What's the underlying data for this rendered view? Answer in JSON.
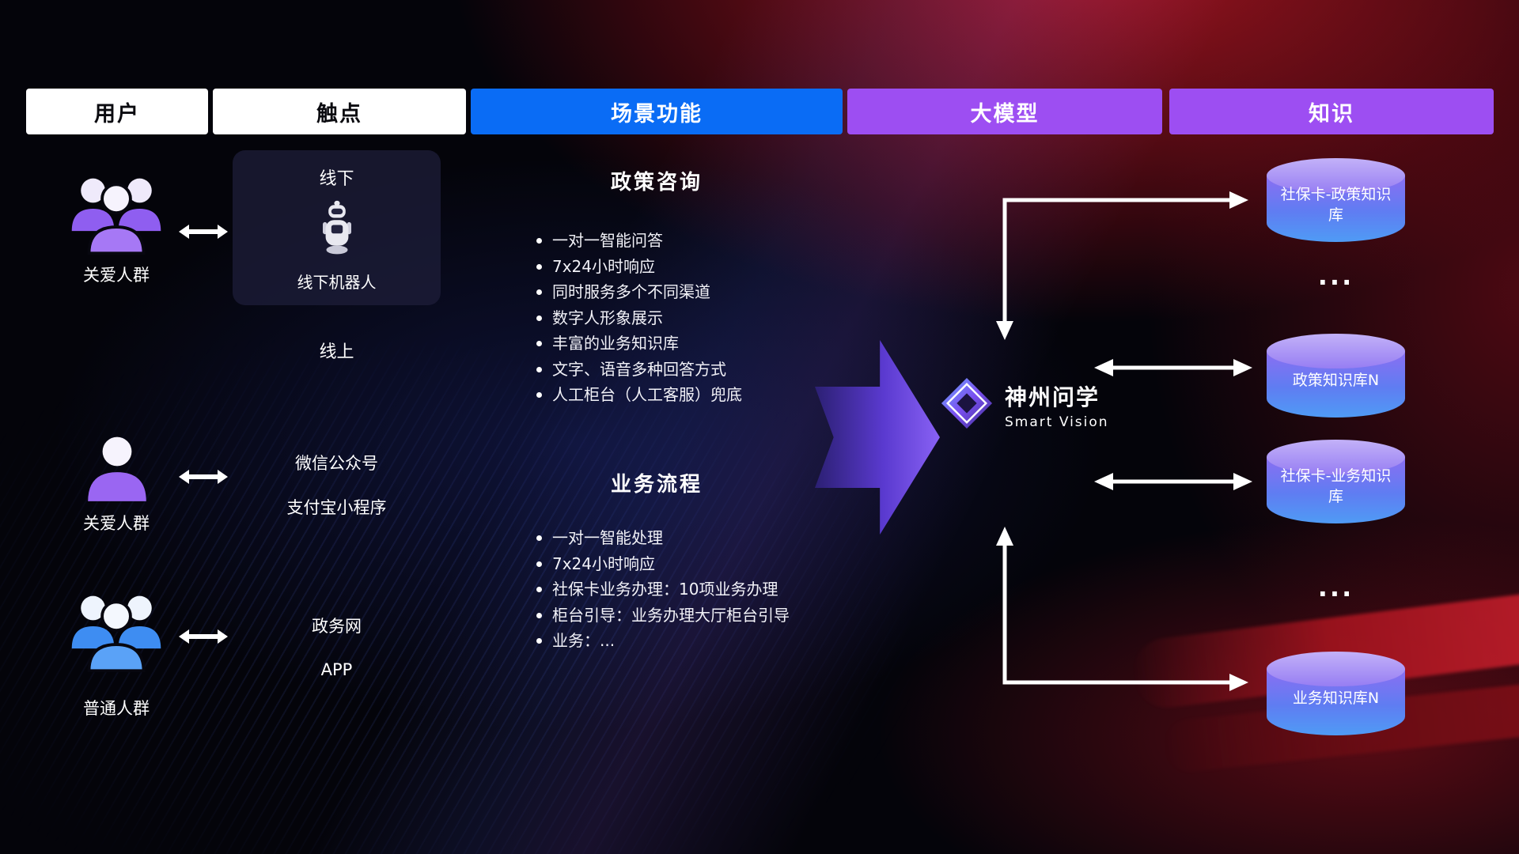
{
  "headers": [
    {
      "label": "用户"
    },
    {
      "label": "触点"
    },
    {
      "label": "场景功能"
    },
    {
      "label": "大模型"
    },
    {
      "label": "知识"
    }
  ],
  "users": [
    {
      "label": "关爱人群",
      "icon": "group-people-icon",
      "color": "#9a66f2"
    },
    {
      "label": "关爱人群",
      "icon": "person-icon",
      "color": "#9a66f2"
    },
    {
      "label": "普通人群",
      "icon": "group-people-icon",
      "color": "#4d9af5"
    }
  ],
  "touchpoints": {
    "offline": {
      "title": "线下",
      "caption": "线下机器人",
      "icon": "robot-icon"
    },
    "online_label": "线上",
    "channels": [
      "微信公众号",
      "支付宝小程序",
      "政务网",
      "APP"
    ]
  },
  "functions": [
    {
      "title": "政策咨询",
      "items": [
        "一对一智能问答",
        "7x24小时响应",
        "同时服务多个不同渠道",
        "数字人形象展示",
        "丰富的业务知识库",
        "文字、语音多种回答方式",
        "人工柜台（人工客服）兜底"
      ]
    },
    {
      "title": "业务流程",
      "items": [
        "一对一智能处理",
        "7x24小时响应",
        "社保卡业务办理：10项业务办理",
        "柜台引导：业务办理大厅柜台引导",
        "业务：..."
      ]
    }
  ],
  "model": {
    "name": "神州问学",
    "subtitle": "Smart Vision",
    "icon": "diamond-logo-icon"
  },
  "knowledge": {
    "databases": [
      {
        "label": "社保卡-政策知识库"
      },
      {
        "label": "政策知识库N"
      },
      {
        "label": "社保卡-业务知识库"
      },
      {
        "label": "业务知识库N"
      }
    ],
    "ellipsis": "..."
  },
  "colors": {
    "header_blue": "#0a6cf5",
    "header_purple": "#9d4ef2",
    "cylinder_top": "#c3b1f8",
    "cylinder_gradient_start": "#8b6ef2",
    "cylinder_gradient_end": "#4f9bf5",
    "flow_arrow_purple": "#8f66ff",
    "background_red": "#c0182a",
    "background_blue": "#2d3ebe"
  }
}
